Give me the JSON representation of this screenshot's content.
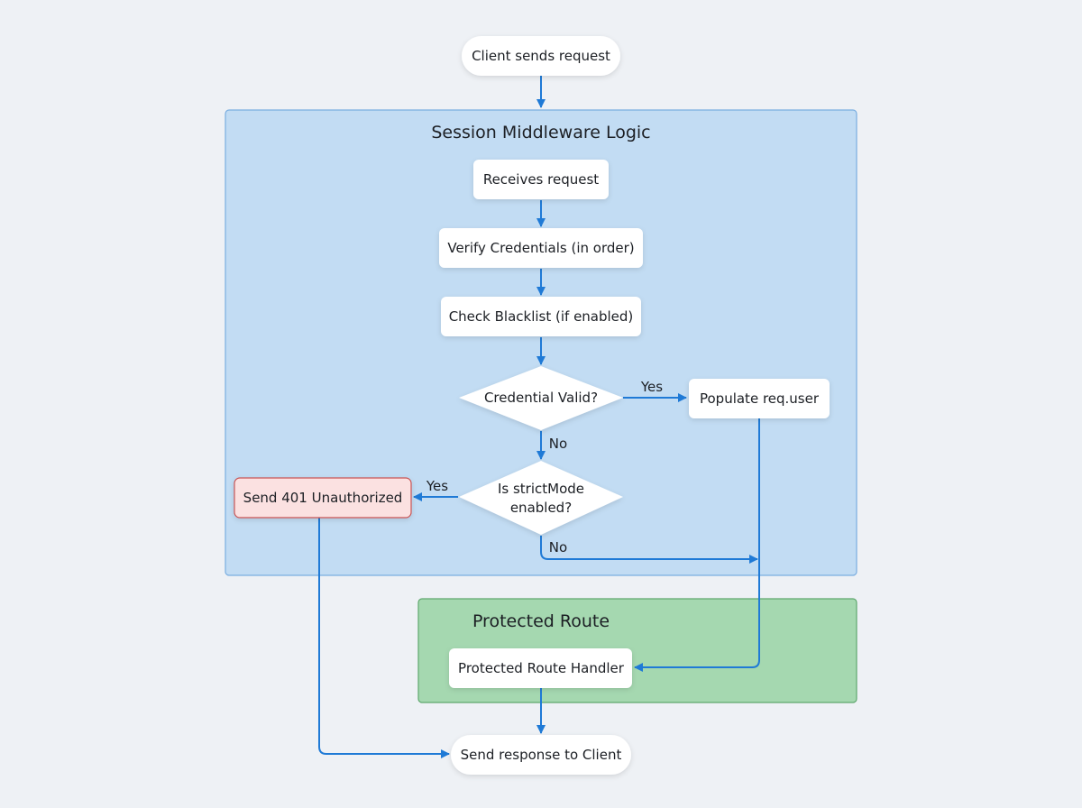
{
  "colors": {
    "background": "#eef1f5",
    "middleware_fill": "#c2dcf3",
    "middleware_border": "#7aaee0",
    "protected_fill": "#a5d8b0",
    "protected_border": "#5fa86e",
    "node_fill": "#ffffff",
    "error_fill": "#fbe1e1",
    "error_border": "#c95454",
    "arrow": "#1f7ad6"
  },
  "groups": {
    "middleware": {
      "title": "Session Middleware Logic"
    },
    "protected": {
      "title": "Protected Route"
    }
  },
  "nodes": {
    "client_request": "Client sends request",
    "receives_request": "Receives request",
    "verify_credentials": "Verify Credentials (in order)",
    "check_blacklist": "Check Blacklist (if enabled)",
    "credential_valid": "Credential Valid?",
    "populate_user": "Populate req.user",
    "strict_mode_line1": "Is strictMode",
    "strict_mode_line2": "enabled?",
    "send_401": "Send 401 Unauthorized",
    "route_handler": "Protected Route Handler",
    "send_response": "Send response to Client"
  },
  "edge_labels": {
    "valid_yes": "Yes",
    "valid_no": "No",
    "strict_yes": "Yes",
    "strict_no": "No"
  }
}
